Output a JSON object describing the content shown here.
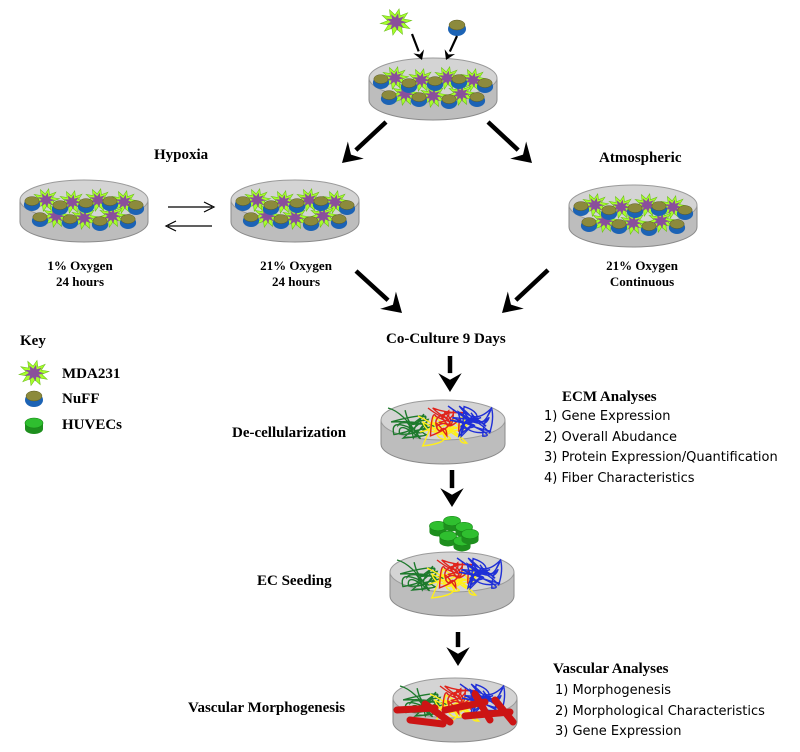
{
  "labels": {
    "hypoxia": "Hypoxia",
    "atmospheric": "Atmospheric",
    "one_pct_line1": "1% Oxygen",
    "one_pct_line2": "24 hours",
    "twenty_one_pct_line1": "21% Oxygen",
    "twenty_one_pct_line2": "24 hours",
    "atm_line1": "21% Oxygen",
    "atm_line2": "Continuous",
    "coculture": "Co-Culture 9 Days",
    "decellularization": "De-cellularization",
    "ec_seeding": "EC Seeding",
    "vascular_morphogenesis": "Vascular Morphogenesis"
  },
  "key": {
    "title": "Key",
    "items": [
      {
        "label": "MDA231",
        "icon": "mda231-cell-icon"
      },
      {
        "label": "NuFF",
        "icon": "nuff-cell-icon"
      },
      {
        "label": "HUVECs",
        "icon": "huvec-cell-icon"
      }
    ]
  },
  "ecm_analyses": {
    "title": "ECM Analyses",
    "items": [
      "1) Gene Expression",
      "2) Overall Abudance",
      "3) Protein Expression/Quantification",
      "4) Fiber Characteristics"
    ]
  },
  "vascular_analyses": {
    "title": "Vascular Analyses",
    "items": [
      "1) Morphogenesis",
      "2) Morphological Characteristics",
      "3) Gene Expression"
    ]
  },
  "colors": {
    "mda231_outer": "#a6ff2a",
    "mda231_inner": "#8a4f9c",
    "nuff_body": "#1c63b5",
    "nuff_top": "#8c8a3c",
    "huvec": "#2fbf2f",
    "dish": "#d4d4d4",
    "fiber_green": "#1d7a2c",
    "fiber_red": "#e0231b",
    "fiber_yellow": "#ffef1a",
    "fiber_blue": "#1f2fd6",
    "vessel": "#cc1414"
  }
}
